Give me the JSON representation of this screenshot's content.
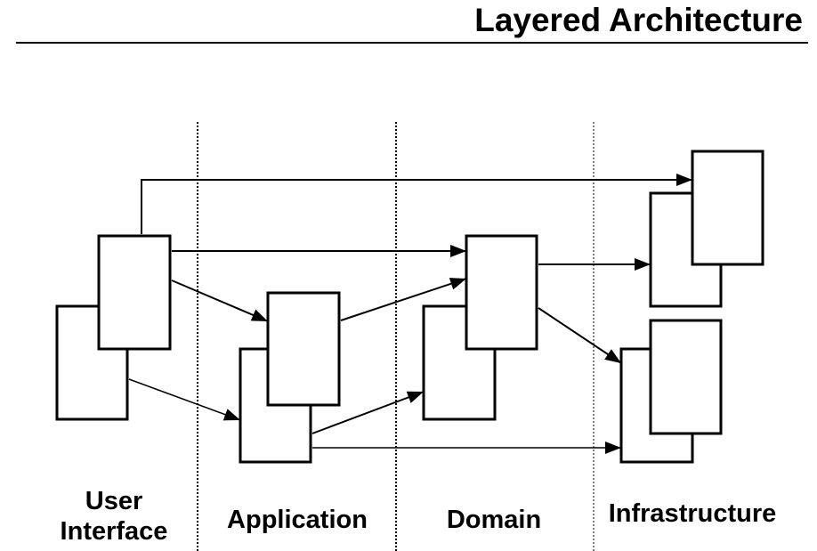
{
  "title": "Layered Architecture",
  "layers": [
    {
      "id": "ui",
      "label_line1": "User",
      "label_line2": "Interface"
    },
    {
      "id": "application",
      "label": "Application"
    },
    {
      "id": "domain",
      "label": "Domain"
    },
    {
      "id": "infrastructure",
      "label": "Infrastructure"
    }
  ],
  "colors": {
    "stroke": "#000000",
    "background": "#ffffff"
  },
  "connections": [
    {
      "from": "ui-front",
      "to": "infra-top-front",
      "style": "elbow"
    },
    {
      "from": "ui-front",
      "to": "domain-front"
    },
    {
      "from": "ui-front",
      "to": "application-front"
    },
    {
      "from": "ui-back",
      "to": "application-back"
    },
    {
      "from": "application-front",
      "to": "domain-front"
    },
    {
      "from": "application-back",
      "to": "domain-back"
    },
    {
      "from": "application-back",
      "to": "infra-bottom-back"
    },
    {
      "from": "domain-front",
      "to": "infra-top-back"
    },
    {
      "from": "domain-front",
      "to": "infra-bottom-back"
    }
  ]
}
